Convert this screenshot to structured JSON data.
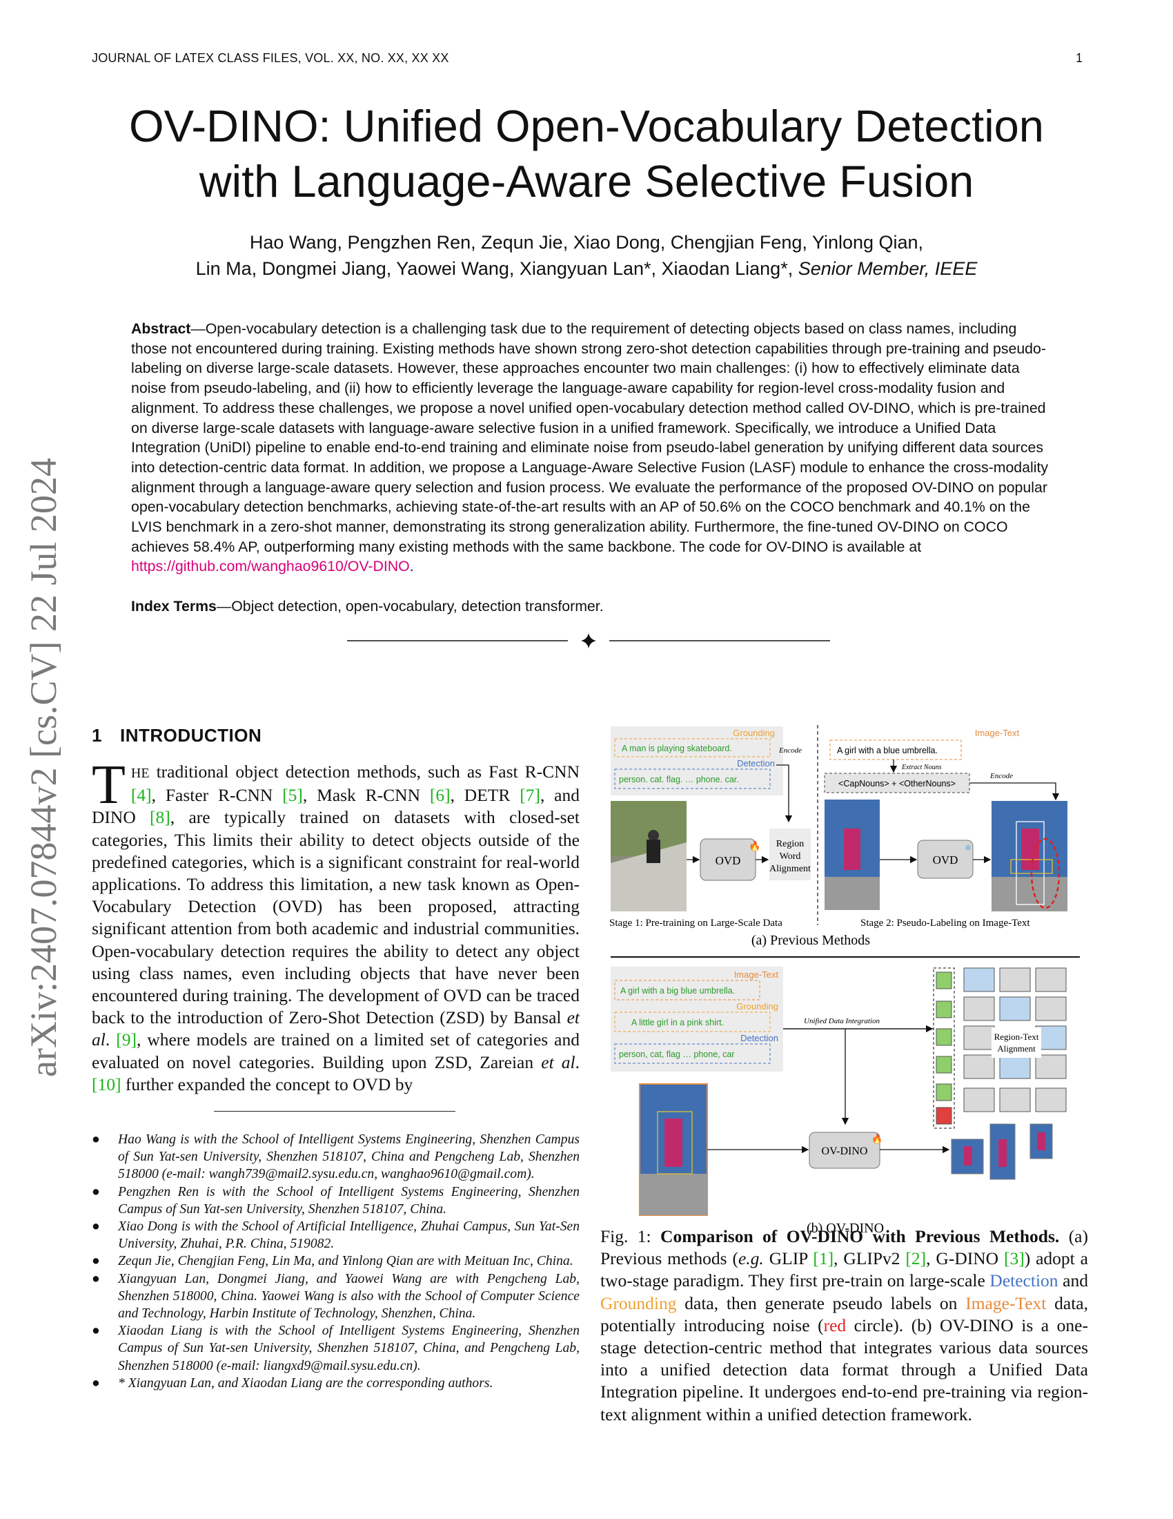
{
  "header": {
    "journal": "JOURNAL OF LATEX CLASS FILES, VOL. XX, NO. XX, XX XX",
    "page_number": "1"
  },
  "title": {
    "line1": "OV-DINO: Unified Open-Vocabulary Detection",
    "line2": "with Language-Aware Selective Fusion"
  },
  "authors": {
    "line1": "Hao Wang, Pengzhen Ren, Zequn Jie, Xiao Dong, Chengjian Feng, Yinlong Qian,",
    "line2": "Lin Ma, Dongmei Jiang, Yaowei Wang, Xiangyuan Lan*, Xiaodan Liang*, ",
    "line2_member": "Senior Member, IEEE"
  },
  "abstract": {
    "label": "Abstract",
    "text": "—Open-vocabulary detection is a challenging task due to the requirement of detecting objects based on class names, including those not encountered during training. Existing methods have shown strong zero-shot detection capabilities through pre-training and pseudo-labeling on diverse large-scale datasets. However, these approaches encounter two main challenges: (i) how to effectively eliminate data noise from pseudo-labeling, and (ii) how to efficiently leverage the language-aware capability for region-level cross-modality fusion and alignment. To address these challenges, we propose a novel unified open-vocabulary detection method called OV-DINO, which is pre-trained on diverse large-scale datasets with language-aware selective fusion in a unified framework. Specifically, we introduce a Unified Data Integration (UniDI) pipeline to enable end-to-end training and eliminate noise from pseudo-label generation by unifying different data sources into detection-centric data format. In addition, we propose a Language-Aware Selective Fusion (LASF) module to enhance the cross-modality alignment through a language-aware query selection and fusion process. We evaluate the performance of the proposed OV-DINO on popular open-vocabulary detection benchmarks, achieving state-of-the-art results with an AP of 50.6% on the COCO benchmark and 40.1% on the LVIS benchmark in a zero-shot manner, demonstrating its strong generalization ability. Furthermore, the fine-tuned OV-DINO on COCO achieves 58.4% AP, outperforming many existing methods with the same backbone. The code for OV-DINO is available at ",
    "link": "https://github.com/wanghao9610/OV-DINO",
    "end": "."
  },
  "index_terms": {
    "label": "Index Terms",
    "text": "—Object detection, open-vocabulary, detection transformer."
  },
  "arxiv_stamp": "arXiv:2407.07844v2  [cs.CV]  22 Jul 2024",
  "intro": {
    "number": "1",
    "heading": "Introduction",
    "dropcap": "T",
    "lead": "HE",
    "p1": " traditional object detection methods, such as Fast R-CNN ",
    "r4": "[4]",
    "p2": ", Faster R-CNN ",
    "r5": "[5]",
    "p3": ", Mask R-CNN ",
    "r6": "[6]",
    "p4": ", DETR ",
    "r7": "[7]",
    "p5": ", and DINO ",
    "r8": "[8]",
    "p6": ", are typically trained on datasets with closed-set categories, This limits their ability to detect objects outside of the predefined categories, which is a significant constraint for real-world applications. To address this limitation, a new task known as Open-Vocabulary Detection (OVD) has been proposed, attracting significant attention from both academic and industrial communities. Open-vocabulary detection requires the ability to detect any object using class names, even including objects that have never been encountered during training. The development of OVD can be traced back to the introduction of Zero-Shot Detection (ZSD) by Bansal ",
    "etal1": "et al",
    "p7": ". ",
    "r9": "[9]",
    "p8": ", where models are trained on a limited set of categories and evaluated on novel categories. Building upon ZSD, Zareian ",
    "etal2": "et al",
    "p9": ". ",
    "r10": "[10]",
    "p10": " further expanded the concept to OVD by"
  },
  "footnotes": [
    "Hao Wang is with the School of Intelligent Systems Engineering, Shenzhen Campus of Sun Yat-sen University, Shenzhen 518107, China and Pengcheng Lab, Shenzhen 518000 (e-mail: wangh739@mail2.sysu.edu.cn, wanghao9610@gmail.com).",
    "Pengzhen Ren is with the School of Intelligent Systems Engineering, Shenzhen Campus of Sun Yat-sen University, Shenzhen 518107, China.",
    "Xiao Dong is with the School of Artificial Intelligence, Zhuhai Campus, Sun Yat-Sen University, Zhuhai, P.R. China, 519082.",
    "Zequn Jie,  Chengjian Feng, Lin Ma, and Yinlong Qian are with Meituan Inc, China.",
    "Xiangyuan Lan, Dongmei Jiang, and Yaowei Wang are with Pengcheng Lab, Shenzhen 518000, China. Yaowei Wang is also with the School of Computer Science and Technology, Harbin Institute of Technology, Shenzhen, China.",
    "Xiaodan Liang is with the School of Intelligent Systems Engineering, Shenzhen Campus of Sun Yat-sen University, Shenzhen 518107, China, and Pengcheng Lab, Shenzhen 518000 (e-mail: liangxd9@mail.sysu.edu.cn).",
    "* Xiangyuan Lan, and Xiaodan Liang are the corresponding authors."
  ],
  "figure": {
    "grounding_label": "Grounding",
    "grounding_text_a": "A man is playing skateboard.",
    "detection_label": "Detection",
    "detection_text_a": "person. cat. flag. … phone. car.",
    "encode_label": "Encode",
    "ovd_label": "OVD",
    "region_word_alignment": [
      "Region",
      "Word",
      "Alignment"
    ],
    "image_text_label": "Image-Text",
    "image_text_a": "A girl with a blue umbrella.",
    "extract_nouns": "Extract Nouns",
    "nouns_box": "<CapNouns> + <OtherNouns>",
    "stage1": "Stage 1: Pre-training on Large-Scale Data",
    "stage2": "Stage 2: Pseudo-Labeling on Image-Text",
    "subcap_a": "(a) Previous Methods",
    "image_text_b": "A girl with a big blue umbrella.",
    "grounding_text_b": "A little girl in a pink shirt.",
    "detection_text_b": "person, cat, flag … phone, car",
    "unified_data_integration": "Unified Data Integration",
    "region_text_alignment": [
      "Region-Text",
      "Alignment"
    ],
    "ovdino_label": "OV-DINO",
    "subcap_b": "(b) OV-DINO",
    "colors": {
      "detection": "#4472c4",
      "grounding": "#f0a030",
      "image_text": "#e68a3a",
      "red": "#e02020",
      "green": "#8fce6b",
      "blue_cell": "#bcd6ef",
      "grey_cell": "#d9d9d9"
    }
  },
  "caption": {
    "fig": "Fig. 1: ",
    "bold": "Comparison of OV-DINO with Previous Methods.",
    "t1": " (a) Previous methods (",
    "eg": "e.g.",
    "t2": " GLIP ",
    "r1": "[1]",
    "t3": ", GLIPv2 ",
    "r2": "[2]",
    "t4": ", G-DINO ",
    "r3": "[3]",
    "t5": ") adopt a two-stage paradigm. They first pre-train on large-scale ",
    "w_det": "Detection",
    "t6": " and ",
    "w_gnd": "Grounding",
    "t7": " data, then generate pseudo labels on ",
    "w_img": "Image-Text",
    "t8": " data, potentially introducing noise (",
    "w_red": "red",
    "t9": " circle). (b) OV-DINO is a one-stage detection-centric method that integrates various data sources into a unified detection data format through a Unified Data Integration pipeline. It undergoes end-to-end pre-training via region-text alignment within a unified detection framework."
  }
}
